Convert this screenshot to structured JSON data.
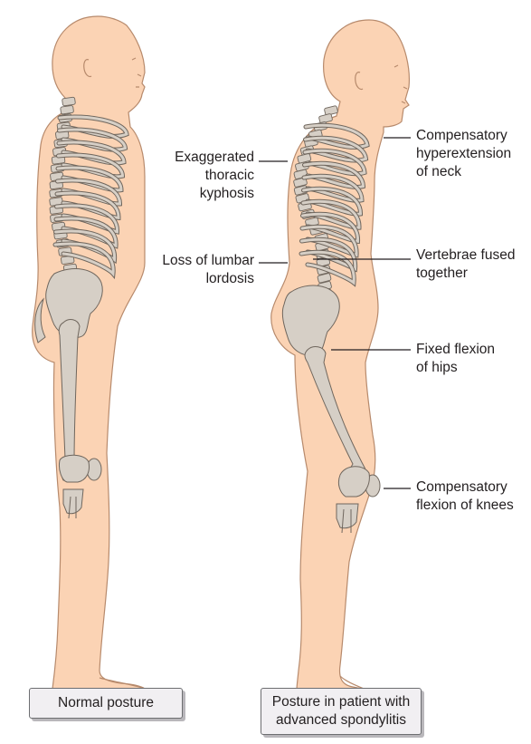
{
  "colors": {
    "skin": "#fbd3b4",
    "skin_outline": "#b78a6c",
    "bone": "#d6cfc6",
    "bone_outline": "#6f665d",
    "leader": "#231f20",
    "caption_fill": "#f1eff2"
  },
  "figures": {
    "normal": {
      "caption": "Normal posture"
    },
    "patient": {
      "caption_line1": "Posture in patient with",
      "caption_line2": "advanced spondylitis"
    }
  },
  "labels": {
    "thoracic_kyphosis": [
      "Exaggerated",
      "thoracic",
      "kyphosis"
    ],
    "lumbar_lordosis": [
      "Loss of lumbar",
      "lordosis"
    ],
    "neck": [
      "Compensatory",
      "hyperextension",
      "of neck"
    ],
    "vertebrae": [
      "Vertebrae fused",
      "together"
    ],
    "hips": [
      "Fixed flexion",
      "of hips"
    ],
    "knees": [
      "Compensatory",
      "flexion of knees"
    ]
  }
}
